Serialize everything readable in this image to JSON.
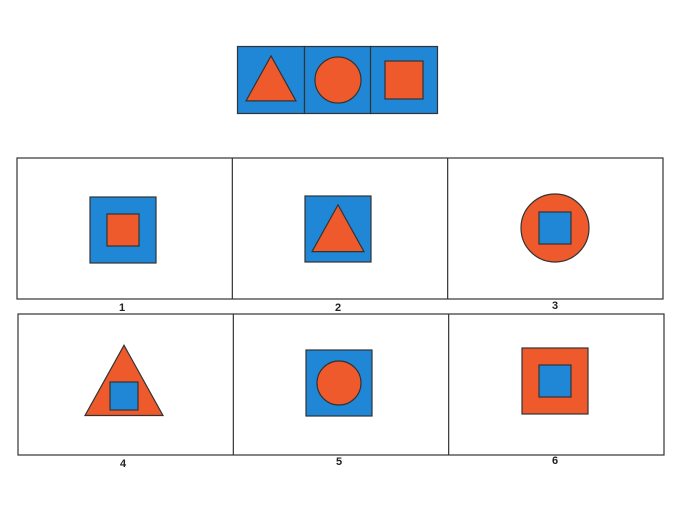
{
  "colors": {
    "blue": "#1f87d6",
    "orange": "#ef5a2c",
    "stroke": "#333333",
    "background": "#ffffff"
  },
  "sequence": [
    {
      "outer": "square",
      "outer_color": "blue",
      "inner": "triangle",
      "inner_color": "orange"
    },
    {
      "outer": "square",
      "outer_color": "blue",
      "inner": "circle",
      "inner_color": "orange"
    },
    {
      "outer": "square",
      "outer_color": "blue",
      "inner": "square",
      "inner_color": "orange"
    }
  ],
  "options": [
    {
      "label": "1",
      "outer": "square",
      "outer_color": "blue",
      "inner": "square",
      "inner_color": "orange"
    },
    {
      "label": "2",
      "outer": "square",
      "outer_color": "blue",
      "inner": "triangle",
      "inner_color": "orange"
    },
    {
      "label": "3",
      "outer": "circle",
      "outer_color": "orange",
      "inner": "square",
      "inner_color": "blue"
    },
    {
      "label": "4",
      "outer": "triangle",
      "outer_color": "orange",
      "inner": "square",
      "inner_color": "blue"
    },
    {
      "label": "5",
      "outer": "square",
      "outer_color": "blue",
      "inner": "circle",
      "inner_color": "orange"
    },
    {
      "label": "6",
      "outer": "square",
      "outer_color": "orange",
      "inner": "square",
      "inner_color": "blue"
    }
  ]
}
